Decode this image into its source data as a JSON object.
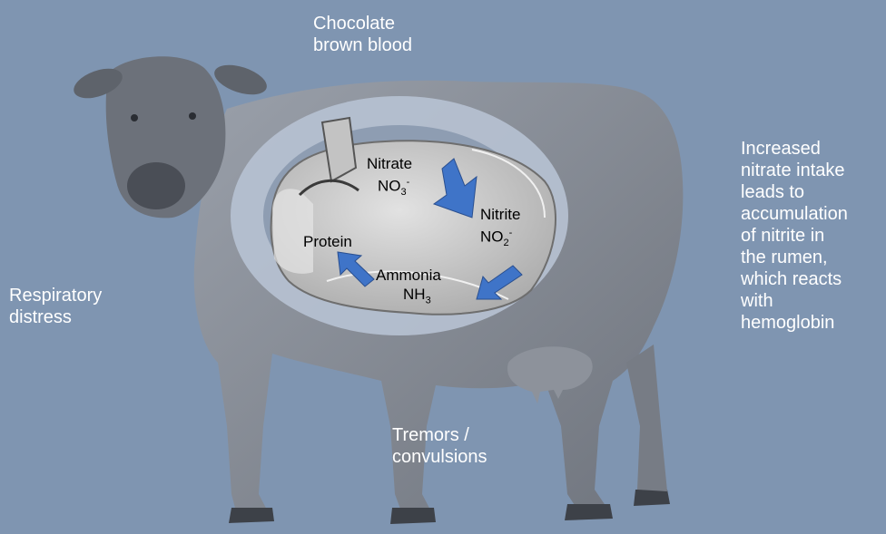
{
  "colors": {
    "background": "#7f95b1",
    "cow_body": "#8a8f99",
    "cow_dark": "#4a4e56",
    "rumen_ring": "#b7c2d3",
    "rumen": "#c9c9c9",
    "arrow": "#3f74c8",
    "label_text": "#ffffff",
    "inner_text": "#000000"
  },
  "labels": {
    "chocolate_line1": "Chocolate",
    "chocolate_line2": "brown blood",
    "respiratory_line1": "Respiratory",
    "respiratory_line2": "distress",
    "tremors_line1": "Tremors /",
    "tremors_line2": "convulsions",
    "increased": [
      "Increased",
      "nitrate intake",
      "leads to",
      "accumulation",
      "of nitrite in",
      "the rumen,",
      "which reacts",
      "with",
      "hemoglobin"
    ]
  },
  "rumen": {
    "nitrate": {
      "name": "Nitrate",
      "formula": "NO",
      "sub": "3",
      "sup": "-"
    },
    "nitrite": {
      "name": "Nitrite",
      "formula": "NO",
      "sub": "2",
      "sup": "-"
    },
    "ammonia": {
      "name": "Ammonia",
      "formula": "NH",
      "sub": "3"
    },
    "protein": "Protein"
  },
  "icons": [
    "cow-illustration",
    "rumen-illustration",
    "arrow-nitrate-to-nitrite",
    "arrow-nitrite-to-ammonia",
    "arrow-ammonia-to-protein"
  ]
}
